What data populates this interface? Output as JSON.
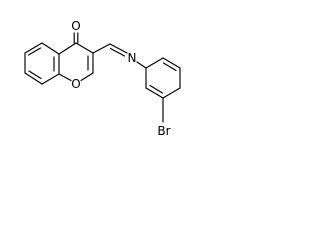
{
  "diagram": {
    "type": "chemical-structure",
    "atoms": {
      "carbonyl_oxygen": "O",
      "ring_oxygen": "O",
      "imine_nitrogen": "N",
      "bromine": "Br"
    },
    "colors": {
      "bond": "#000000",
      "text": "#000000",
      "background": "#ffffff"
    }
  }
}
